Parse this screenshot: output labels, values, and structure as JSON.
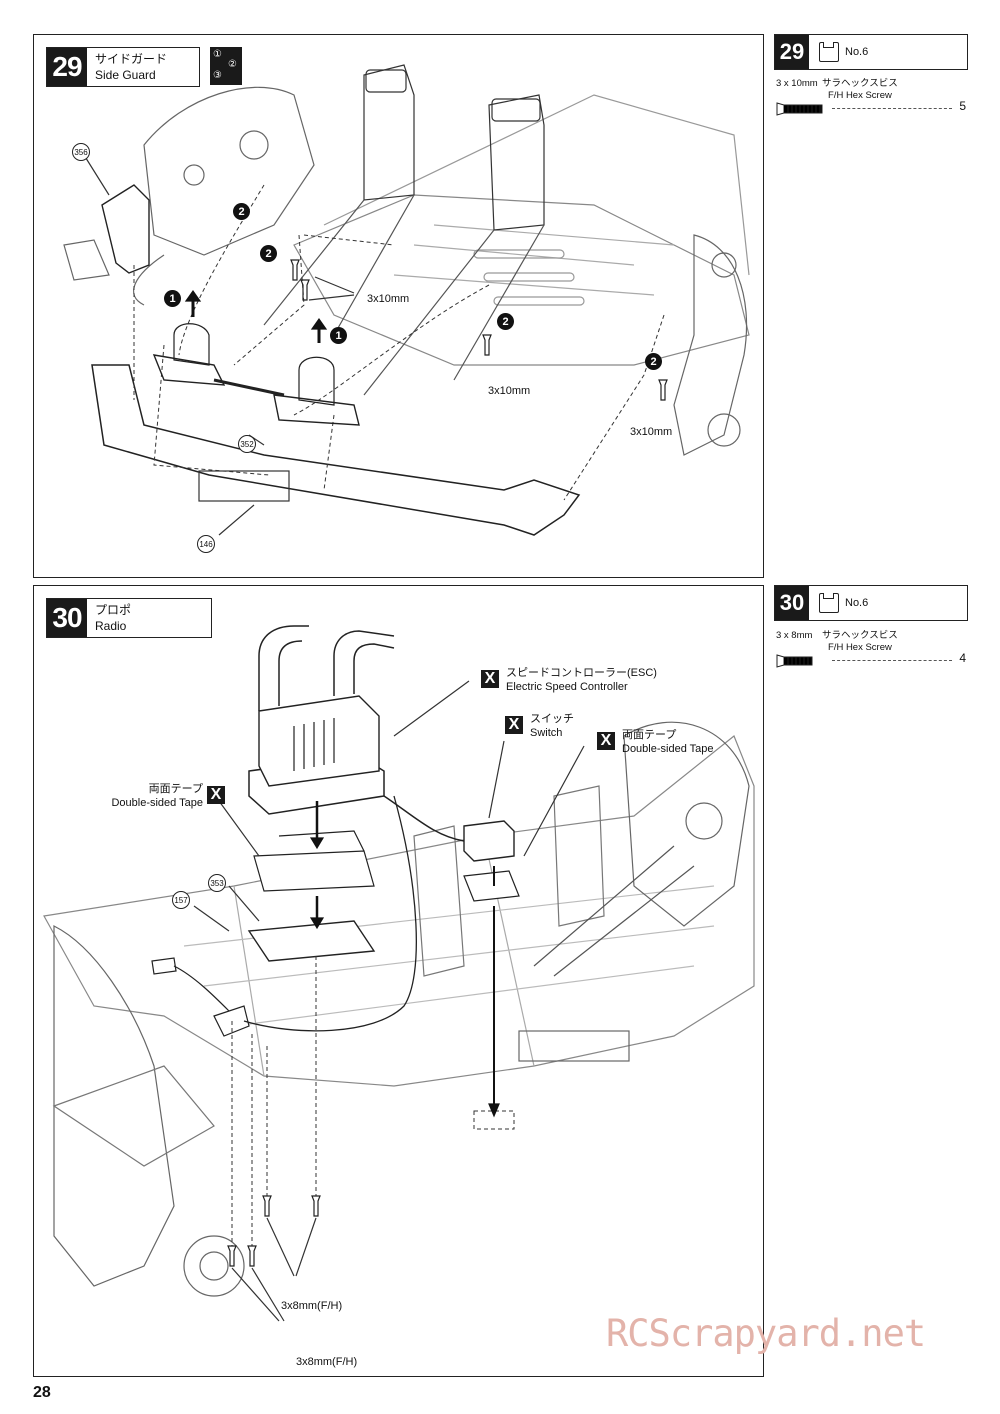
{
  "page_number": "28",
  "watermark": "RCScrapyard.net",
  "step29": {
    "number": "29",
    "title_jp": "サイドガード",
    "title_en": "Side Guard",
    "order_badge": [
      "①",
      "②",
      "③"
    ],
    "sequence_marks": [
      "1",
      "2"
    ],
    "part_numbers": [
      "356",
      "352",
      "146"
    ],
    "screw_labels": [
      "3x10mm",
      "3x10mm",
      "3x10mm"
    ],
    "parts_box": {
      "number": "29",
      "bag": "No.6",
      "size": "3 x 10mm",
      "name_jp": "サラヘックスビス",
      "name_en": "F/H Hex Screw",
      "qty": "5"
    }
  },
  "step30": {
    "number": "30",
    "title_jp": "プロポ",
    "title_en": "Radio",
    "callouts": {
      "esc": {
        "jp": "スピードコントローラー(ESC)",
        "en": "Electric Speed Controller"
      },
      "switch": {
        "jp": "スイッチ",
        "en": "Switch"
      },
      "tape_right": {
        "jp": "両面テープ",
        "en": "Double-sided Tape"
      },
      "tape_left": {
        "jp": "両面テープ",
        "en": "Double-sided Tape"
      },
      "x_mark": "X"
    },
    "part_numbers": [
      "157",
      "353"
    ],
    "screw_labels": [
      "3x8mm(F/H)",
      "3x8mm(F/H)"
    ],
    "parts_box": {
      "number": "30",
      "bag": "No.6",
      "size": "3 x 8mm",
      "name_jp": "サラヘックスビス",
      "name_en": "F/H Hex Screw",
      "qty": "4"
    }
  }
}
